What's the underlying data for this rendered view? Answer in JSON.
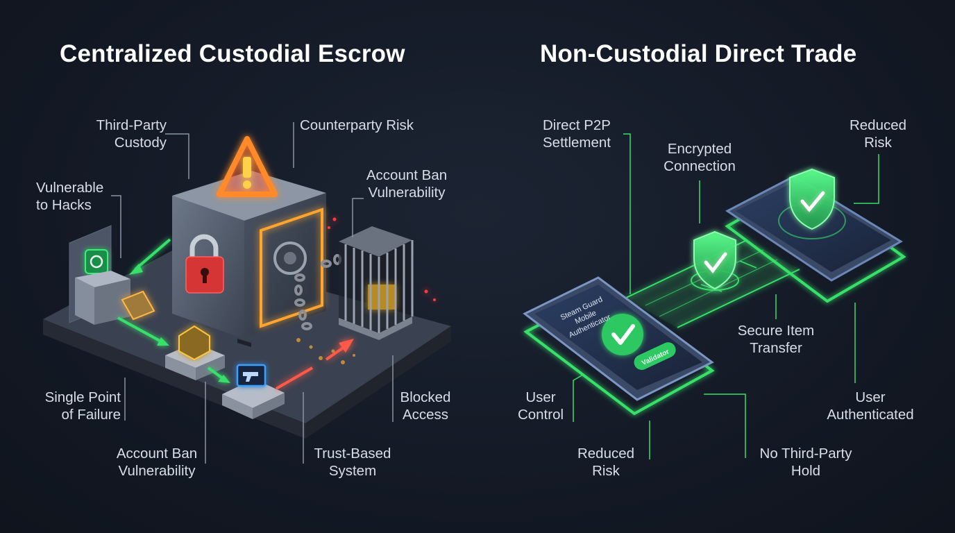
{
  "left_panel": {
    "title": "Centralized Custodial Escrow",
    "labels": {
      "third_party_custody": "Third-Party\nCustody",
      "counterparty_risk": "Counterparty Risk",
      "account_ban_top": "Account Ban\nVulnerability",
      "vulnerable_hacks": "Vulnerable\nto Hacks",
      "single_point": "Single Point\nof Failure",
      "account_ban_bottom": "Account Ban\nVulnerability",
      "trust_based": "Trust-Based\nSystem",
      "blocked_access": "Blocked\nAccess"
    }
  },
  "right_panel": {
    "title": "Non-Custodial Direct Trade",
    "labels": {
      "direct_p2p": "Direct P2P\nSettlement",
      "encrypted": "Encrypted\nConnection",
      "reduced_risk_top": "Reduced\nRisk",
      "secure_transfer": "Secure Item\nTransfer",
      "user_control": "User\nControl",
      "reduced_risk_bottom": "Reduced\nRisk",
      "no_third_party": "No Third-Party\nHold",
      "user_authenticated": "User\nAuthenticated"
    },
    "phone": {
      "app_title": "Steam Guard\nMobile\nAuthenticator",
      "button_label": "Validator"
    }
  },
  "colors": {
    "green": "#37e06a",
    "orange": "#ff9a2a",
    "red": "#e23a3a",
    "yellow": "#f5c542",
    "blue_glow": "#3aa0ff"
  }
}
